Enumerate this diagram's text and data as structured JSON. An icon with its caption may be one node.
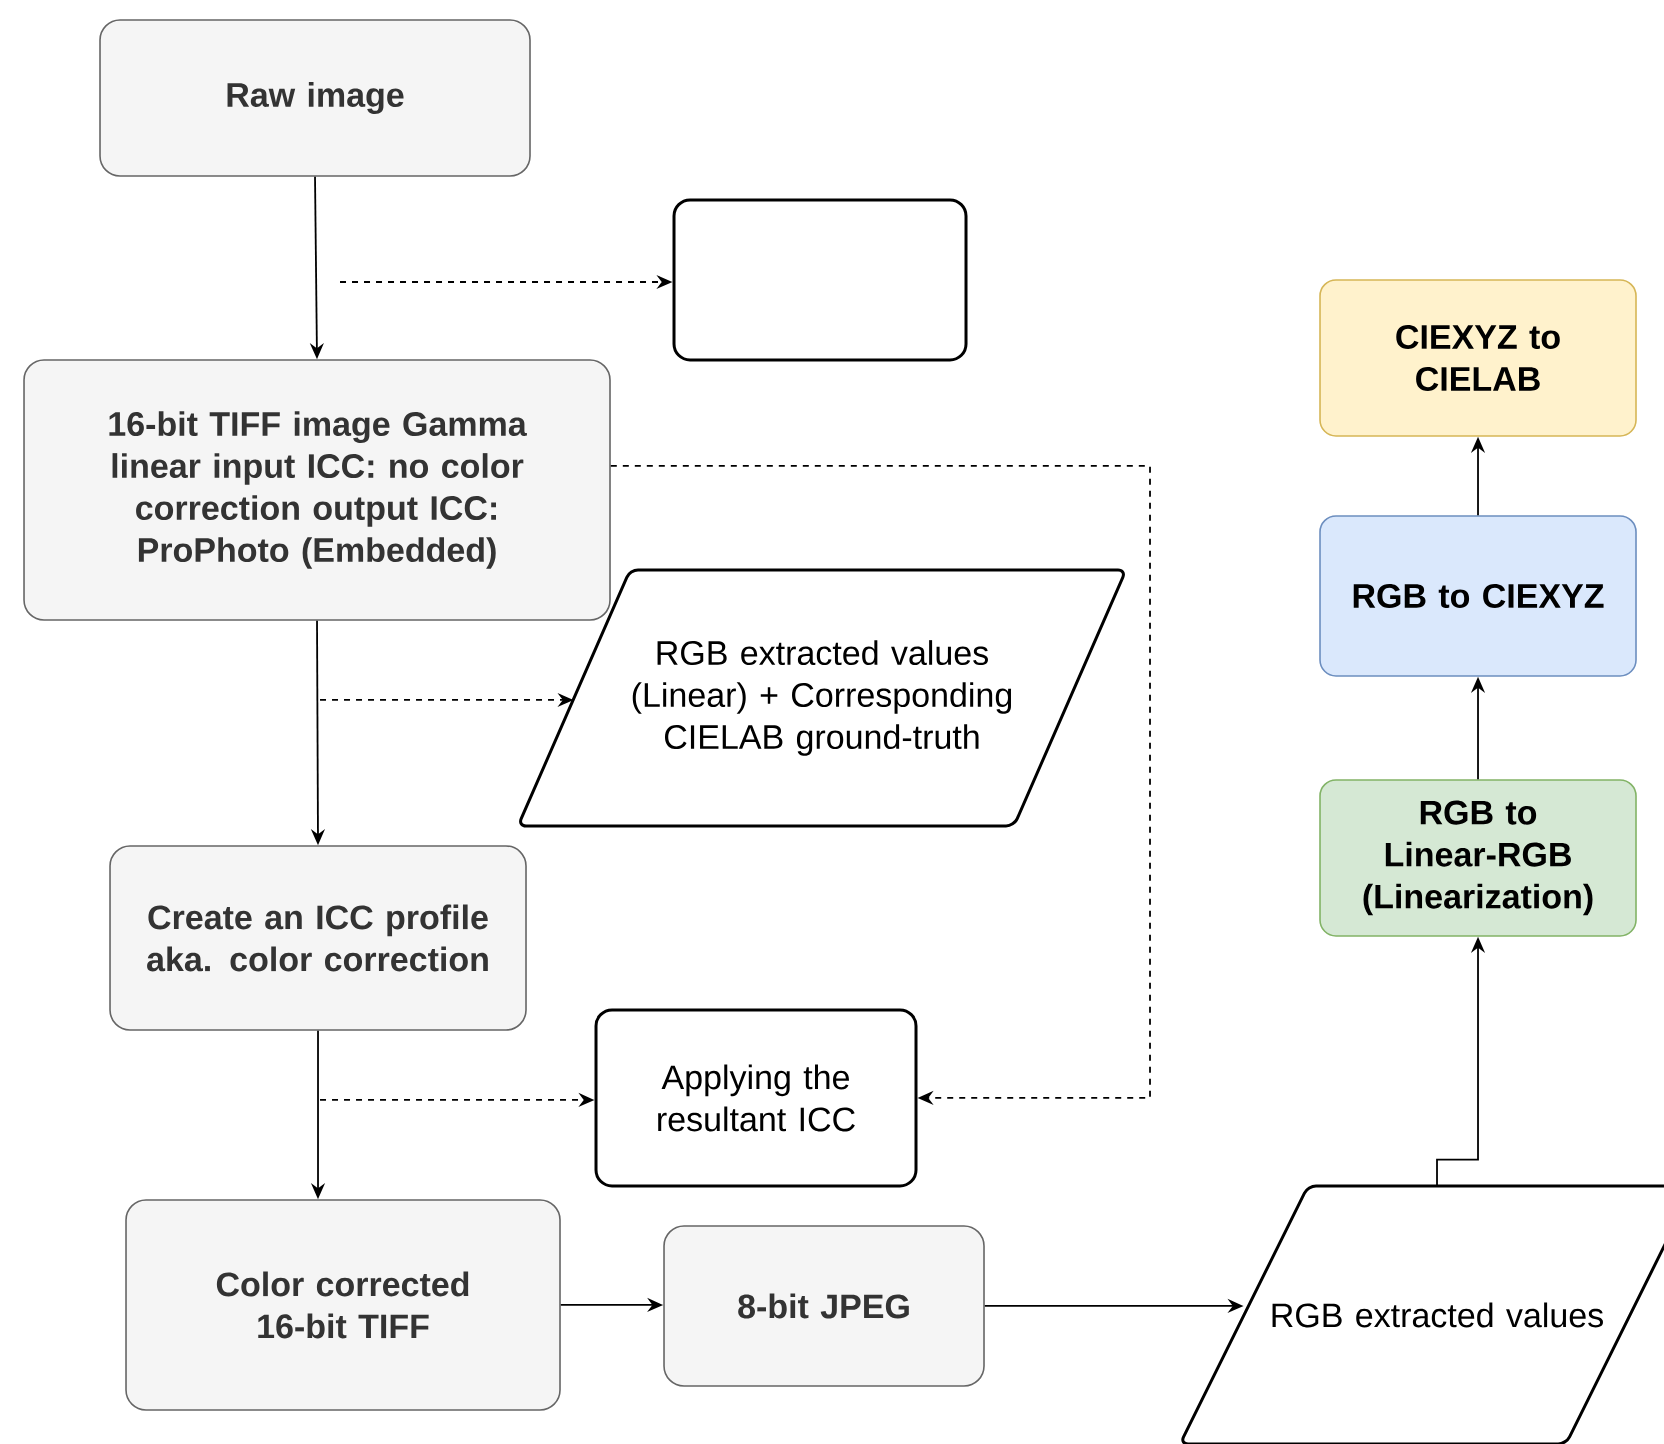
{
  "diagram": {
    "nodes": [
      {
        "text": [
          "Raw image"
        ]
      },
      {
        "text": [],
        "shape": "box"
      },
      {
        "text": [
          "16-bit TIFF image Gamma linear input ICC: no color correction output ICC: ProPhoto (Embedded)"
        ]
      },
      {
        "text": [
          "RGB extracted values (Linear) + Corresponding CIELAB ground-truth"
        ]
      },
      {
        "text": [
          "Create an ICC profile aka. color correction"
        ]
      },
      {
        "text": [
          "Applying the resultant ICC"
        ]
      },
      {
        "text": [
          "Color corrected 16-bit TIFF"
        ]
      },
      {
        "text": [
          "8-bit JPEG"
        ]
      },
      {
        "text": [
          "RGB extracted values"
        ]
      },
      {
        "text": [
          "RGB to Linear-RGB (Linearization)"
        ]
      },
      {
        "text": [
          "RGB to CIEXYZ"
        ]
      },
      {
        "text": [
          "CIEXYZ to CIELAB"
        ]
      }
    ],
    "edges": [
      {
        "from": 0,
        "to": 2,
        "arrow": "to"
      },
      {
        "from": null,
        "to": 1,
        "arrow": "to",
        "style": "dashed"
      },
      {
        "from": 2,
        "to": 4,
        "arrow": "to"
      },
      {
        "from": null,
        "to": 3,
        "arrow": "to",
        "style": "dashed"
      },
      {
        "from": 2,
        "to": 5,
        "arrow": "to",
        "style": "dashed"
      },
      {
        "from": 4,
        "to": 6,
        "arrow": "to"
      },
      {
        "from": null,
        "to": 5,
        "arrow": "to",
        "style": "dashed"
      },
      {
        "from": 6,
        "to": 7,
        "arrow": "to"
      },
      {
        "from": 7,
        "to": 8,
        "arrow": "to"
      },
      {
        "from": 8,
        "to": 9,
        "arrow": "to"
      },
      {
        "from": 9,
        "to": 10,
        "arrow": "to"
      },
      {
        "from": 10,
        "to": 11,
        "arrow": "to"
      }
    ]
  }
}
